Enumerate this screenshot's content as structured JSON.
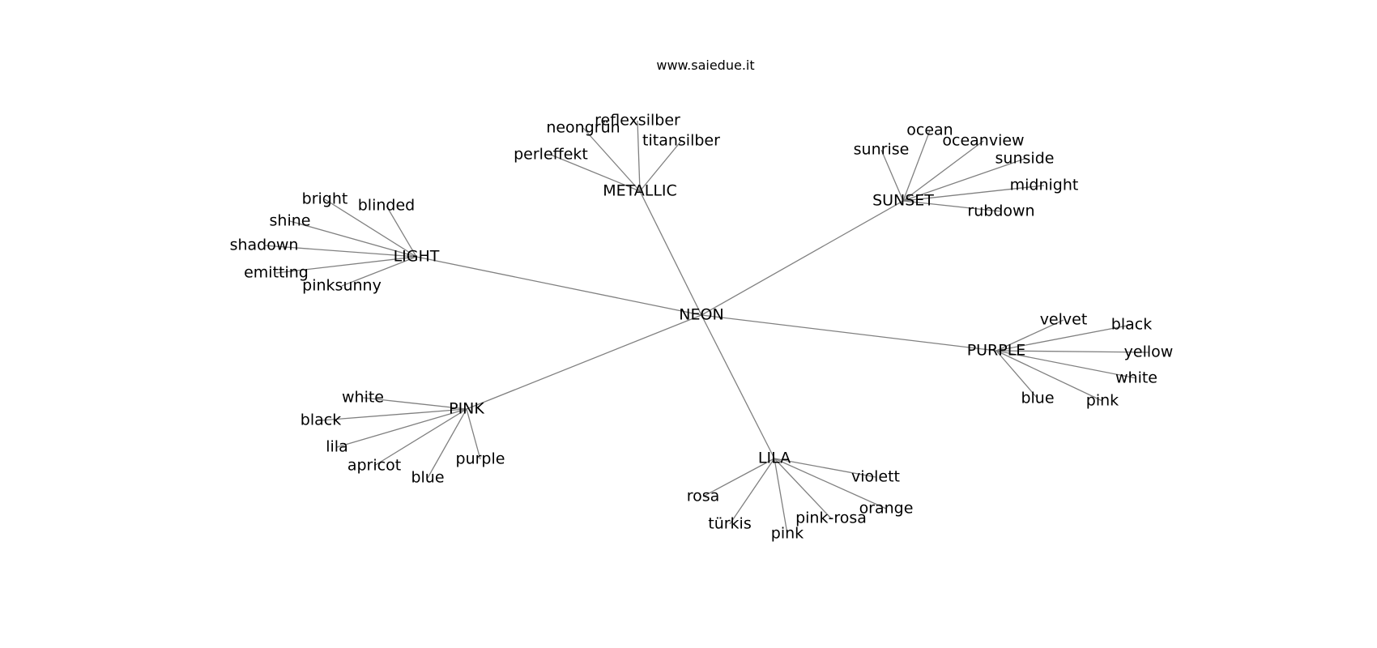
{
  "title": "www.saiedue.it",
  "graph": {
    "root": "NEON",
    "hubs": [
      {
        "id": "metallic",
        "label": "METALLIC",
        "leaves": [
          "perleffekt",
          "neongrün",
          "reflexsilber",
          "titansilber"
        ]
      },
      {
        "id": "sunset",
        "label": "SUNSET",
        "leaves": [
          "sunrise",
          "ocean",
          "oceanview",
          "sunside",
          "midnight",
          "rubdown"
        ]
      },
      {
        "id": "light",
        "label": "LIGHT",
        "leaves": [
          "bright",
          "blinded",
          "shine",
          "shadown",
          "emitting",
          "pinksunny"
        ]
      },
      {
        "id": "purple",
        "label": "PURPLE",
        "leaves": [
          "velvet",
          "black",
          "yellow",
          "white",
          "blue",
          "pink"
        ]
      },
      {
        "id": "pink",
        "label": "PINK",
        "leaves": [
          "white",
          "black",
          "lila",
          "apricot",
          "blue",
          "purple"
        ]
      },
      {
        "id": "lila",
        "label": "LILA",
        "leaves": [
          "rosa",
          "türkis",
          "pink",
          "pink-rosa",
          "orange",
          "violett"
        ]
      }
    ]
  }
}
